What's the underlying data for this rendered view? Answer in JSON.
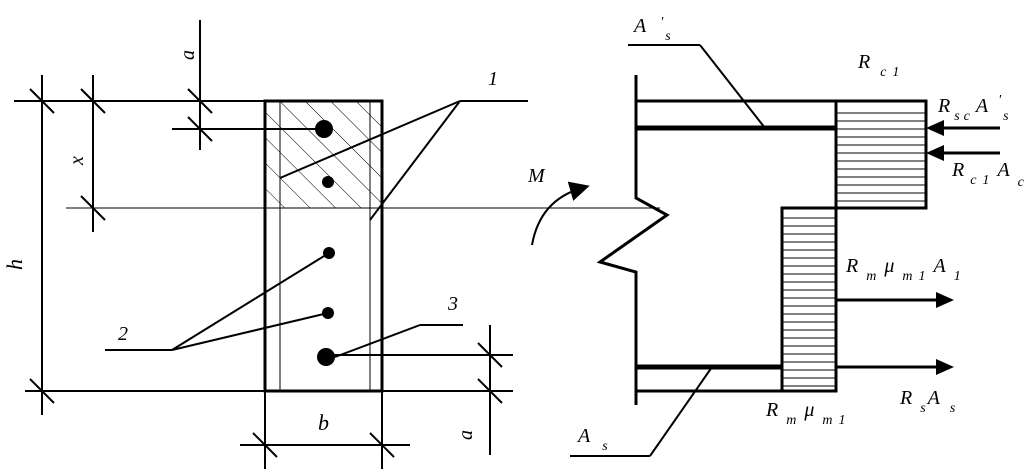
{
  "section": {
    "labels": {
      "a_top": "a",
      "x": "x",
      "h": "h",
      "b": "b",
      "a_bottom": "a",
      "callout_1": "1",
      "callout_2": "2",
      "callout_3": "3"
    }
  },
  "moment": {
    "label": "M"
  },
  "stress_diagram": {
    "labels": {
      "As_prime": {
        "base": "A",
        "sup": "'",
        "sub": "s"
      },
      "As": {
        "base": "A",
        "sub": "s"
      },
      "Rc1": {
        "base": "R",
        "sub": "c1"
      },
      "Rsc_As_prime": {
        "t1": "R",
        "t2": "sc",
        "t3": "A",
        "t4": "'",
        "t5": "s"
      },
      "Rc1_Ac": {
        "t1": "R",
        "t2": "c1",
        "t3": "A",
        "t4": "c"
      },
      "Rm_mum1_A1": {
        "t1": "R",
        "t2": "m",
        "t3": "μ",
        "t4": "m1",
        "t5": "A",
        "t6": "1"
      },
      "Rm_mum1": {
        "t1": "R",
        "t2": "m",
        "t3": "μ",
        "t4": "m1"
      },
      "Rs_As": {
        "t1": "R",
        "t2": "s",
        "t3": "A",
        "t4": "s"
      }
    }
  }
}
